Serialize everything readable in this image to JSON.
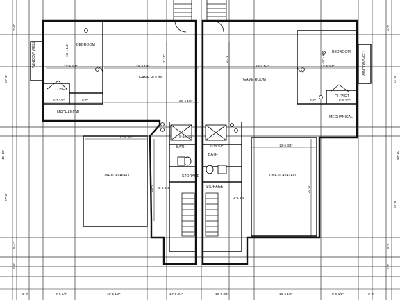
{
  "plan": {
    "left_unit": {
      "rooms": {
        "bedroom": "BEDROOM",
        "closet": "CLOSET",
        "mechanical": "MECHANICAL",
        "game_room": "GAME ROOM",
        "bath": "BATH",
        "storage": "STORAGE",
        "unexcavated": "UNEXCAVATED",
        "window_well": "WINDOW WELL"
      },
      "dims": {
        "bedroom_w": "12'-5 3/4\"",
        "bedroom_h": "10'-1 1/4\"",
        "closet_w": "5'-3 1/2\"",
        "closet_w2": "6'-0\"",
        "game_w": "19'-3 1/4\"",
        "game_h": "21'-1\"",
        "game_long": "26'-6 1/2\"",
        "unexc_w": "17'-6 3/4\"",
        "unexc_h": "20'-0\"",
        "bath_w": "5'-10 3/4\"",
        "storage_w": "3'-1 3/4\""
      }
    },
    "right_unit": {
      "rooms": {
        "bedroom": "BEDROOM",
        "closet": "CLOSET",
        "mechanical": "MECHANICAL",
        "game_room": "GAME ROOM",
        "bath": "BATH",
        "storage": "STORAGE",
        "unexcavated": "UNEXCAVATED",
        "window_well": "WINDOW WELL"
      },
      "dims": {
        "bedroom_w": "12'-5 3/4\"",
        "bedroom_h": "10'-1 1/4\"",
        "closet_w": "6'-5 1/2\"",
        "closet_w2": "6'-0\"",
        "game_w": "19'-3 1/4\"",
        "game_h": "21'-1\"",
        "unexc_w": "13'-5 3/4\"",
        "unexc_h": "20'-0\"",
        "bath_w": "5'-10 3/4\"",
        "storage_w": "3'-1 3/4\""
      }
    },
    "outer_dims": {
      "left_v1": "2'-0\"",
      "left_v2": "22'-4\"",
      "left_v3": "49'-10\"",
      "left_v4": "27'-6\"",
      "left_v5": "5'-4\"",
      "left_v6": "2'-0\"",
      "right_v1": "2'-0\"",
      "right_v2": "22'-4\"",
      "right_v3": "49'-10\"",
      "right_v4": "25'-8\"",
      "right_v5": "5'-4\"",
      "right_v6": "2'-0\"",
      "bottom_1": "3'-8\"",
      "bottom_2": "8'-5 1/2\"",
      "bottom_3": "13'-5 1/2\"",
      "bottom_4": "10'-5 3/4\"",
      "bottom_5": "10'-5 3/4\"",
      "bottom_6": "13'-5 1/2\"",
      "bottom_7": "8'-5 1/2\"",
      "bottom_8": "3'-8\""
    }
  }
}
